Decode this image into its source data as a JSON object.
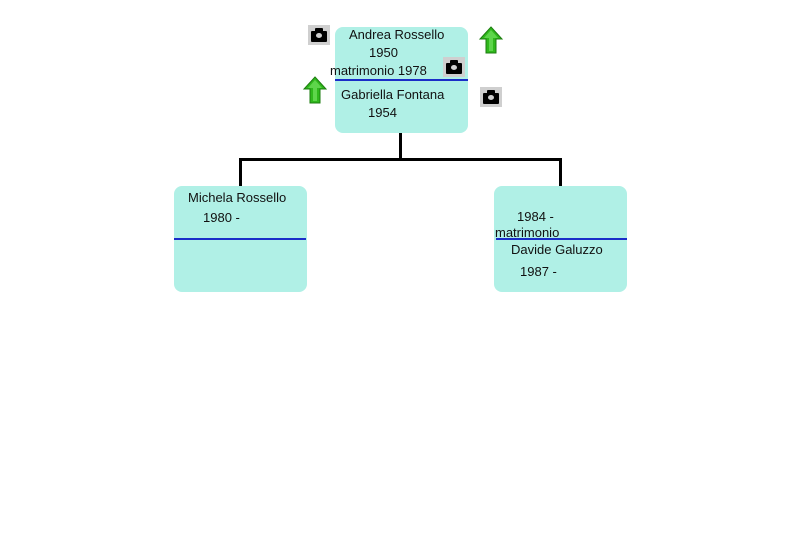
{
  "couple": {
    "husband_name": "Andrea Rossello",
    "husband_year": "1950",
    "marriage": "matrimonio 1978",
    "wife_name": "Gabriella Fontana",
    "wife_year": "1954"
  },
  "children": [
    {
      "name": "Michela Rossello",
      "years": "1980 -"
    },
    {
      "years": "1984 -",
      "marriage": "matrimonio",
      "spouse_name": "Davide Galuzzo",
      "spouse_years": "1987 -"
    }
  ],
  "icons": {
    "photo": "camera-icon",
    "parents": "up-arrow-icon"
  },
  "colors": {
    "card_fill": "#b0f0e6",
    "separator": "#1a2ec8",
    "arrow": "#2fb81c"
  }
}
